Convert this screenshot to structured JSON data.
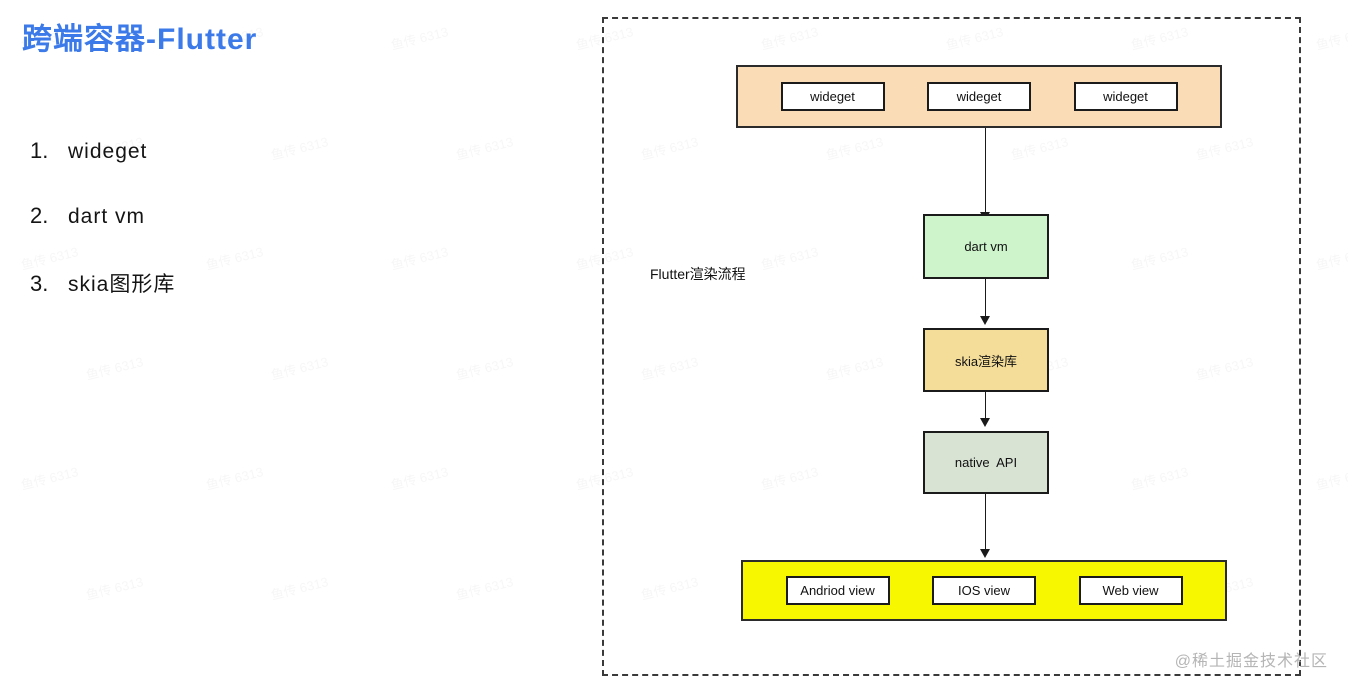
{
  "page": {
    "title": "跨端容器-Flutter",
    "title_color": "#3b7ae8"
  },
  "list": {
    "items": [
      {
        "num": "1.",
        "label": "wideget"
      },
      {
        "num": "2.",
        "label": "dart vm"
      },
      {
        "num": "3.",
        "label": "skia图形库"
      }
    ]
  },
  "diagram": {
    "flow_label": "Flutter渲染流程",
    "widget_layer": {
      "bg": "#fadcb6",
      "items": [
        "wideget",
        "wideget",
        "wideget"
      ]
    },
    "nodes": [
      {
        "label": "dart vm",
        "bg": "#cdf4cb"
      },
      {
        "label": "skia渲染库",
        "bg": "#f3dd99"
      },
      {
        "label": "native  API",
        "bg": "#d8e3d4"
      }
    ],
    "platform_layer": {
      "bg": "#f7f700",
      "items": [
        "Andriod view",
        "IOS view",
        "Web view"
      ]
    },
    "border_color": "#1b1b1b"
  },
  "watermark": {
    "tile_text": "鱼传 6313",
    "credit": "@稀土掘金技术社区"
  }
}
